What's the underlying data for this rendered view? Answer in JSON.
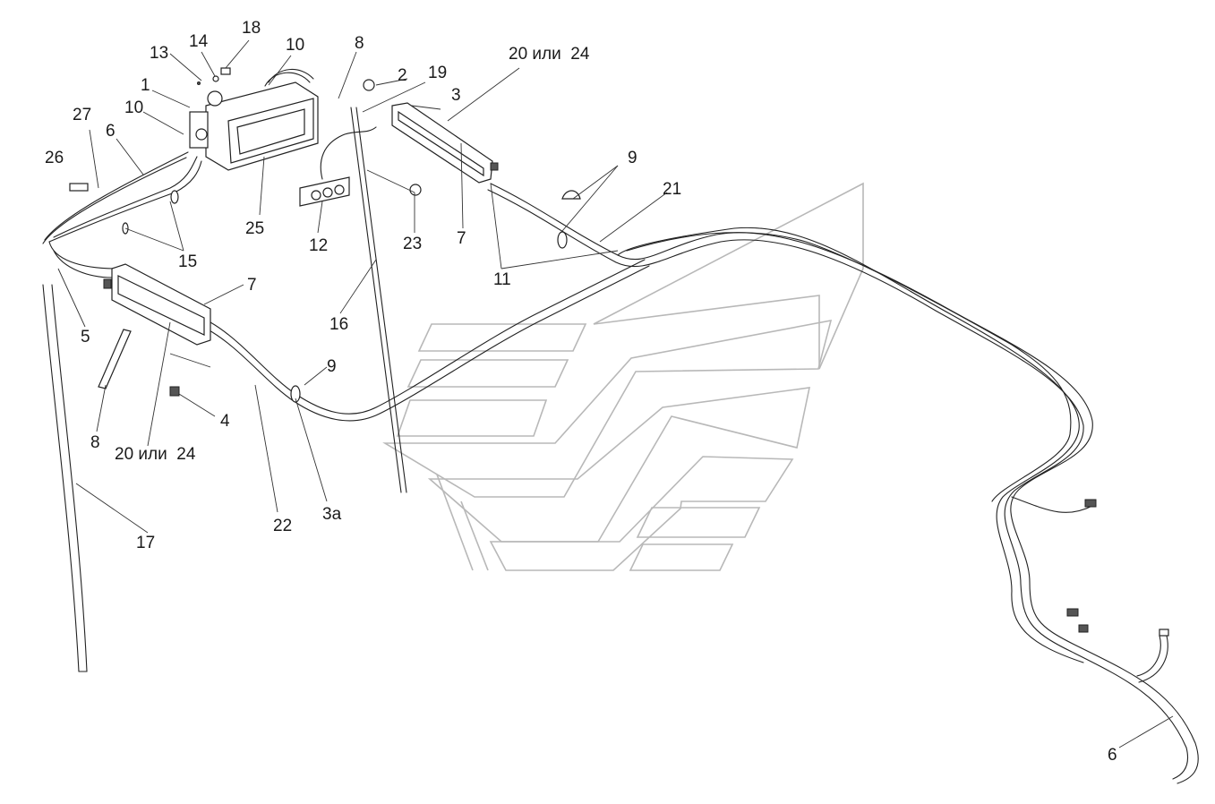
{
  "labels": {
    "l1": "1",
    "l2": "2",
    "l3": "3",
    "l3a": "3а",
    "l4": "4",
    "l5": "5",
    "l6_top": "6",
    "l6_bottom": "6",
    "l7_right": "7",
    "l7_left": "7",
    "l8_top": "8",
    "l8_bottom": "8",
    "l9_top": "9",
    "l9_mid": "9",
    "l10_top": "10",
    "l10_left": "10",
    "l11": "11",
    "l12": "12",
    "l13": "13",
    "l14": "14",
    "l15": "15",
    "l16": "16",
    "l17": "17",
    "l18": "18",
    "l19": "19",
    "l20_24_top": "20 или  24",
    "l20_24_bottom": "20 или  24",
    "l21": "21",
    "l22": "22",
    "l23": "23",
    "l25": "25",
    "l26": "26",
    "l27": "27"
  },
  "icons": {
    "watermark": "stylized-chevron-logo",
    "heater": "heater-unit-icon",
    "radiator": "radiator-panel-icon"
  },
  "colors": {
    "line": "#222222",
    "watermark": "#b8b8b8",
    "background": "#ffffff"
  }
}
